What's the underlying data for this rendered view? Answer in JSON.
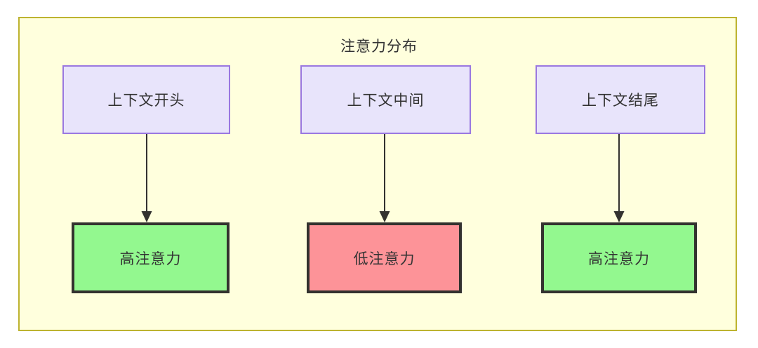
{
  "diagram": {
    "title": "注意力分布",
    "frame": {
      "fill": "#ffffdd",
      "stroke": "#bdb330"
    },
    "columns": [
      {
        "source": {
          "label": "上下文开头",
          "fill": "#e8e4fb",
          "stroke": "#9a78e0"
        },
        "target": {
          "label": "高注意力",
          "fill": "#93f88f",
          "stroke": "#33322f"
        },
        "connector": "arrow-down"
      },
      {
        "source": {
          "label": "上下文中间",
          "fill": "#e8e4fb",
          "stroke": "#9a78e0"
        },
        "target": {
          "label": "低注意力",
          "fill": "#fd9398",
          "stroke": "#33322f"
        },
        "connector": "arrow-down"
      },
      {
        "source": {
          "label": "上下文结尾",
          "fill": "#e8e4fb",
          "stroke": "#9a78e0"
        },
        "target": {
          "label": "高注意力",
          "fill": "#93f88f",
          "stroke": "#33322f"
        },
        "connector": "arrow-down"
      }
    ]
  }
}
